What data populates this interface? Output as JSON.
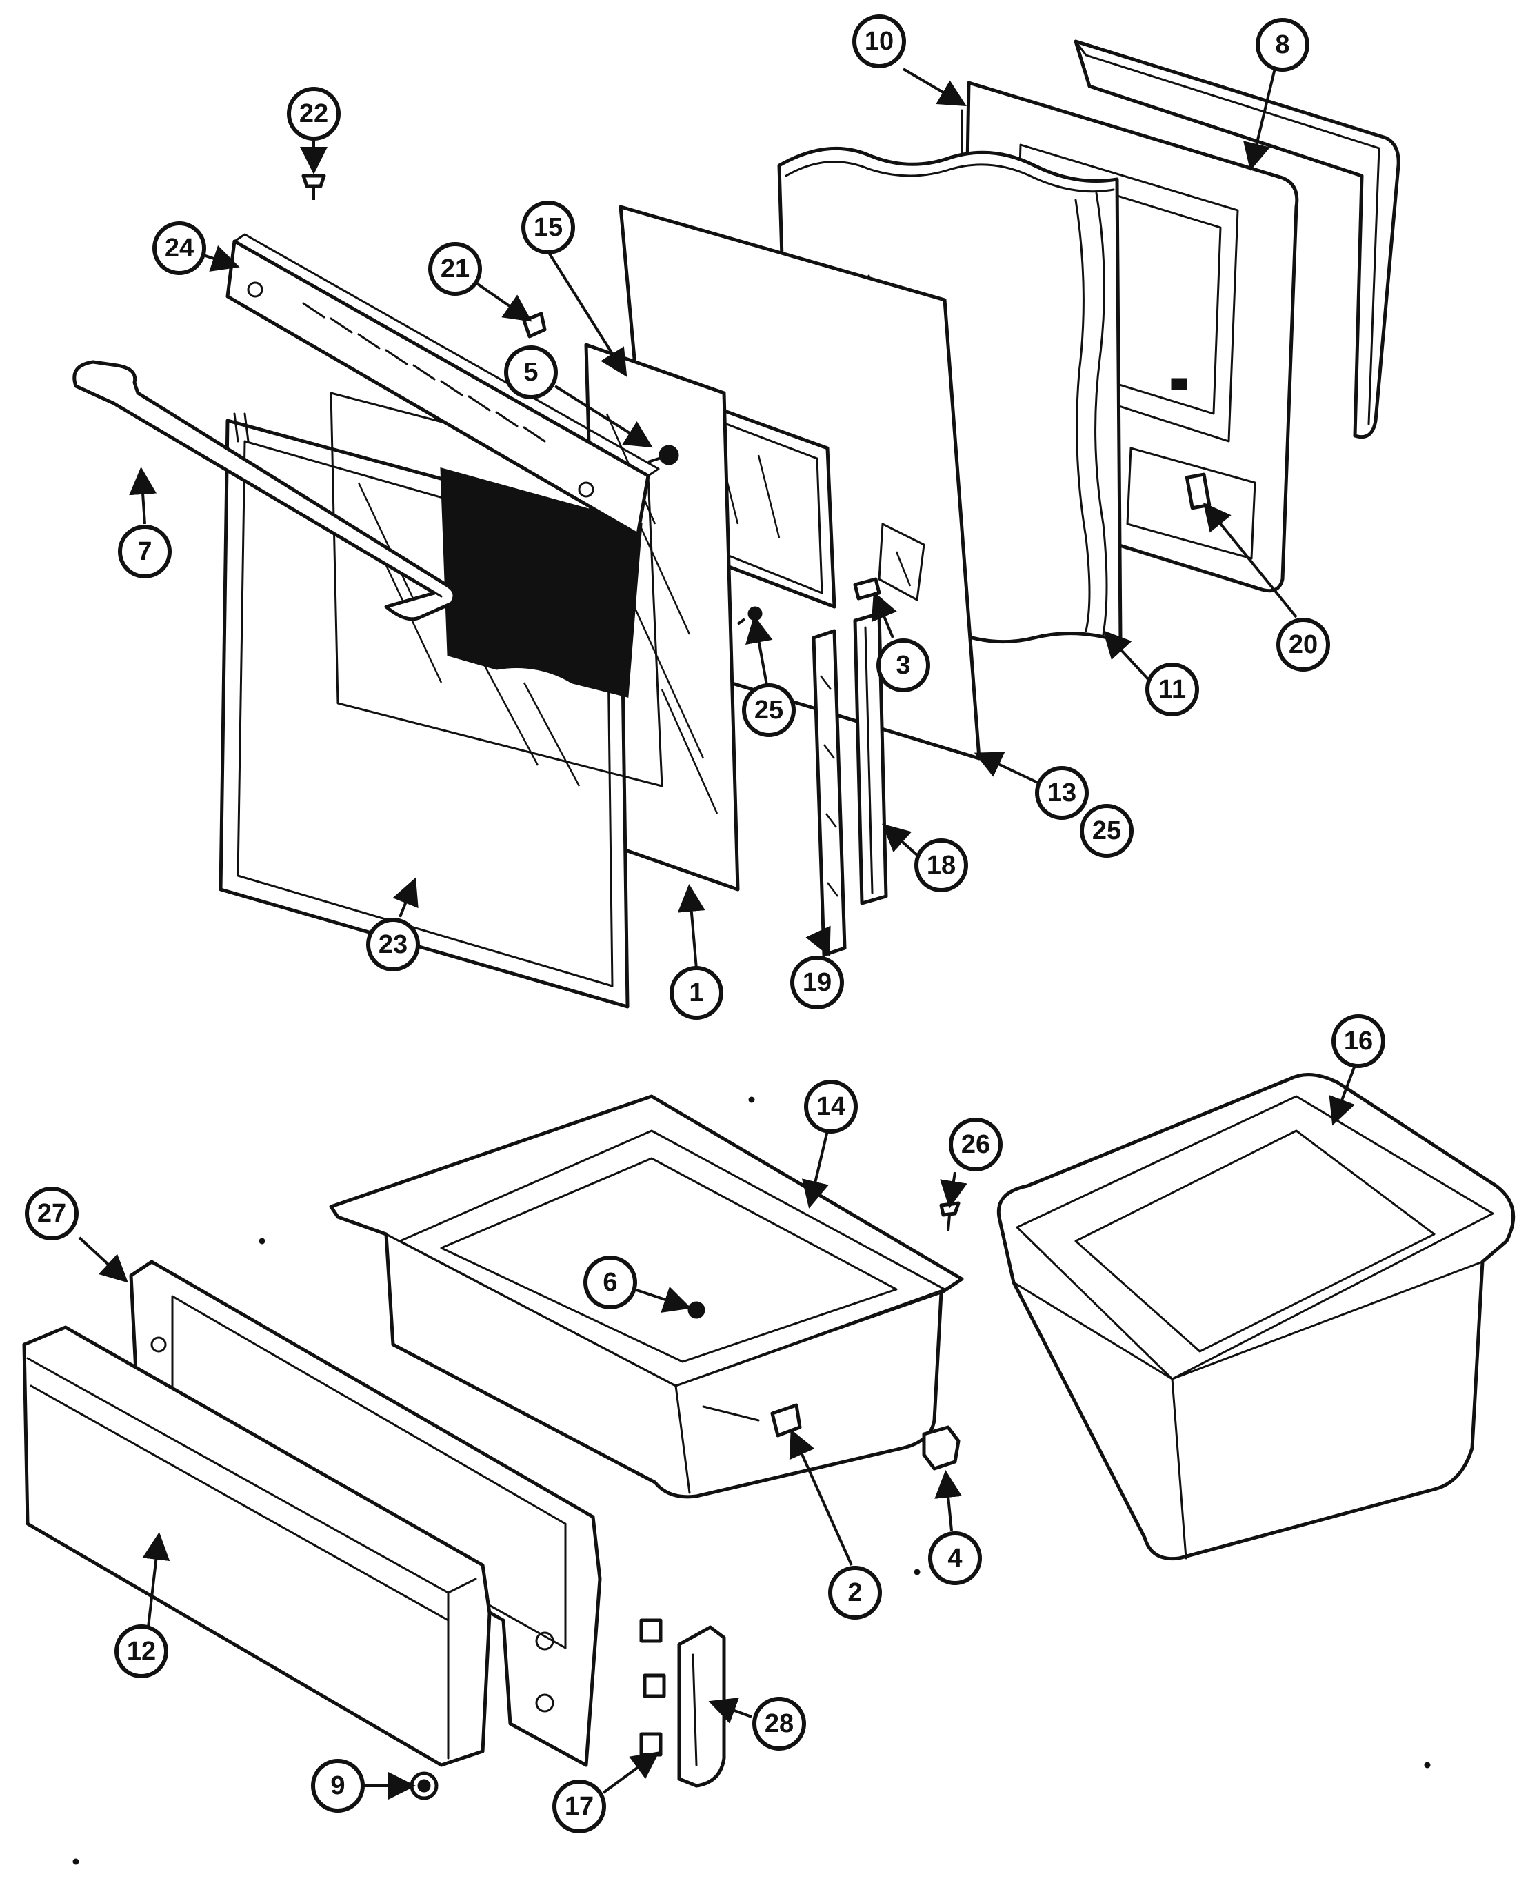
{
  "callouts": [
    {
      "label": "1"
    },
    {
      "label": "2"
    },
    {
      "label": "3"
    },
    {
      "label": "4"
    },
    {
      "label": "5"
    },
    {
      "label": "6"
    },
    {
      "label": "7"
    },
    {
      "label": "8"
    },
    {
      "label": "9"
    },
    {
      "label": "10"
    },
    {
      "label": "11"
    },
    {
      "label": "12"
    },
    {
      "label": "13"
    },
    {
      "label": "14"
    },
    {
      "label": "15"
    },
    {
      "label": "16"
    },
    {
      "label": "17"
    },
    {
      "label": "18"
    },
    {
      "label": "19"
    },
    {
      "label": "20"
    },
    {
      "label": "21"
    },
    {
      "label": "22"
    },
    {
      "label": "23"
    },
    {
      "label": "24"
    },
    {
      "label": "25"
    },
    {
      "label": "25"
    },
    {
      "label": "26"
    },
    {
      "label": "27"
    },
    {
      "label": "28"
    }
  ],
  "colors": {
    "line": "#111111",
    "background": "#ffffff"
  }
}
